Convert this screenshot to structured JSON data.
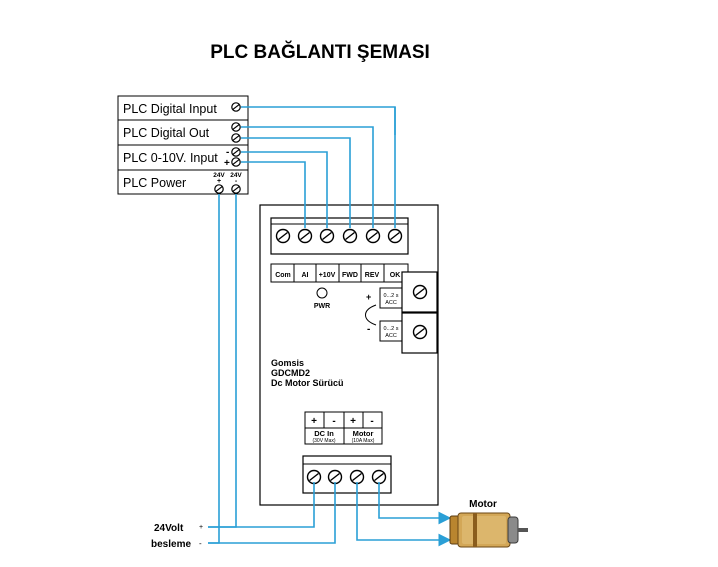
{
  "title": "PLC BAĞLANTI ŞEMASI",
  "plc_rows": [
    {
      "label": "PLC Digital Input"
    },
    {
      "label": "PLC Digital Out"
    },
    {
      "label": "PLC 0-10V. Input",
      "minus": "-",
      "plus": "+"
    },
    {
      "label": "PLC Power",
      "t1_volt": "24V",
      "t1_sign": "+",
      "t2_volt": "24V",
      "t2_sign": "-"
    }
  ],
  "driver": {
    "top_terminals": [
      "Com",
      "AI",
      "+10V",
      "FWD",
      "REV",
      "OK"
    ],
    "pwr_label": "PWR",
    "acc_label_1": "0...2 s",
    "acc_label_1b": "ACC",
    "acc_label_2": "0...2 s",
    "acc_label_2b": "ACC",
    "pot_plus": "+",
    "pot_minus": "-",
    "brand": "Gomsis",
    "model": "GDCMD2",
    "product": "Dc Motor Sürücü",
    "bottom_signs": [
      "+",
      "-",
      "+",
      "-"
    ],
    "dc_in": "DC In",
    "dc_in_sub": "(30V Max)",
    "motor": "Motor",
    "motor_sub": "(10A Max)"
  },
  "supply": {
    "line1": "24Volt",
    "line2": "besleme",
    "plus": "+",
    "minus": "-"
  },
  "motor_label": "Motor",
  "colors": {
    "wire": "#2a9fd6",
    "line": "#000000",
    "motor_body": "#c79a4a"
  }
}
